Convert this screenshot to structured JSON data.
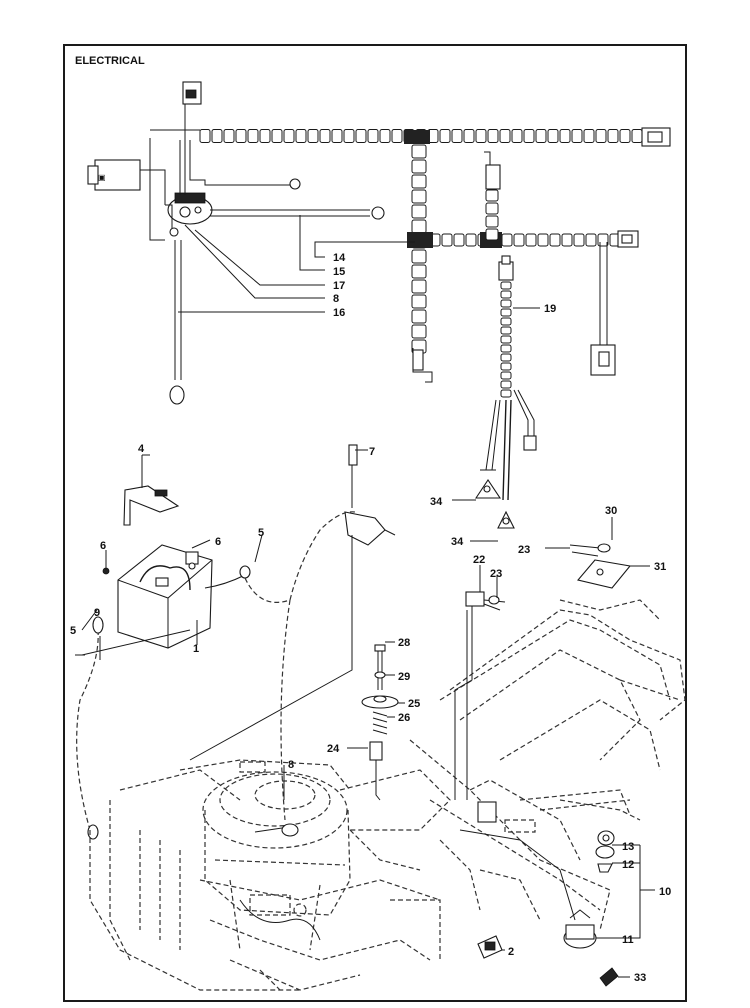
{
  "title": "ELECTRICAL",
  "callouts": [
    "14",
    "15",
    "17",
    "8",
    "16",
    "19",
    "4",
    "7",
    "6",
    "6",
    "5",
    "9",
    "5",
    "1",
    "28",
    "29",
    "25",
    "26",
    "24",
    "8",
    "22",
    "23",
    "30",
    "23",
    "31",
    "34",
    "34",
    "13",
    "12",
    "10",
    "11",
    "2",
    "33"
  ],
  "colors": {
    "line": "#1a1a1a",
    "background": "#ffffff"
  }
}
